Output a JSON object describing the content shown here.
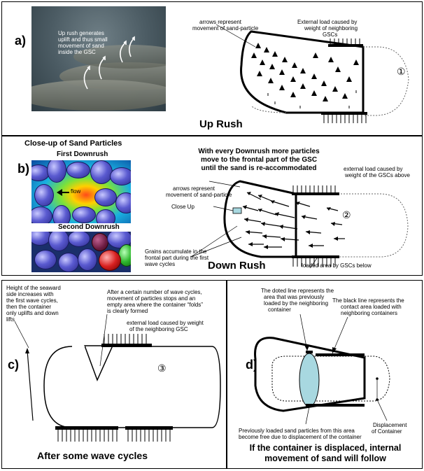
{
  "panel_a": {
    "label": "a)",
    "photo_caption": [
      "Up rush generates",
      "uplift and thus small",
      "movement of sand",
      "inside the GSC"
    ],
    "arrows_note": [
      "arrows represent",
      "movement of sand-particle"
    ],
    "external_load": [
      "External load caused by",
      "weight of neighboring",
      "GSCs"
    ],
    "marker": "①",
    "title": "Up Rush"
  },
  "panel_b": {
    "label": "b)",
    "closeup_title": "Close-up of Sand Particles",
    "first_downrush": "First Downrush",
    "flow_label": "flow",
    "second_downrush": "Second Downrush",
    "header": [
      "With every Downrush more particles",
      "move to the frontal part of the GSC",
      "until the sand is re-accommodated"
    ],
    "external_load": [
      "external load caused by",
      "weight of the GSCs above"
    ],
    "arrows_note": [
      "arrows represent",
      "movement of sand-particle"
    ],
    "close_up_label": "Close Up",
    "marker": "②",
    "grains_note": [
      "Grains accumulate in the",
      "frontal part during the first",
      "wave cycles"
    ],
    "loaded_area": "loaded area by GSCs below",
    "title": "Down Rush"
  },
  "panel_c": {
    "label": "c)",
    "height_note": [
      "Height of the seaward",
      "side increases with",
      "the first wave cycles,",
      "then the container",
      "only uplifts and down",
      "lifts"
    ],
    "cycles_note": [
      "After a certain number of wave cycles,",
      "movement of particles stops and an",
      "empty area where the container “folds”",
      "is clearly formed"
    ],
    "external_load": [
      "external load caused by weight",
      "of the neighboring GSC"
    ],
    "marker": "③",
    "title": "After some wave cycles"
  },
  "panel_d": {
    "label": "d)",
    "dotted_note": [
      "The doted line represents the",
      "area that was previously",
      "loaded by the neighboring",
      "container"
    ],
    "black_note": [
      "The black line represents the",
      "contact area loaded with",
      "neighboring containers"
    ],
    "previously_note": [
      "Previously loaded sand particles from this  area",
      "become free due to displacement of the container"
    ],
    "displacement": [
      "Displacement",
      "of Container"
    ],
    "title": [
      "If the container is displaced, internal",
      "movement of sand will follow"
    ]
  },
  "colors": {
    "ellipse_fill": "#a8d8e0",
    "load_black": "#000000",
    "photo_bg": "#4c5c64"
  }
}
